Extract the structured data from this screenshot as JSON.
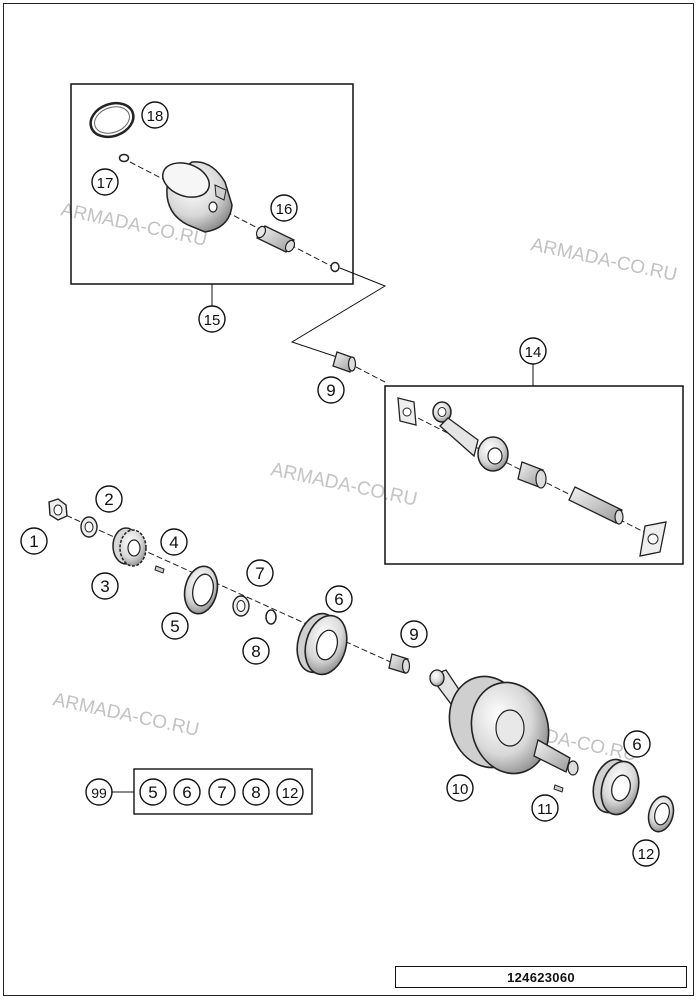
{
  "watermarks": [
    "ARMADA-CO.RU",
    "ARMADA-CO.RU",
    "ARMADA-CO.RU",
    "ARMADA-CO.RU",
    "ARMADA-CO.RU"
  ],
  "callouts": {
    "c1": "1",
    "c2": "2",
    "c3": "3",
    "c4": "4",
    "c5": "5",
    "c6a": "6",
    "c6b": "6",
    "c7": "7",
    "c8": "8",
    "c9a": "9",
    "c9b": "9",
    "c10": "10",
    "c11": "11",
    "c12": "12",
    "c14": "14",
    "c15": "15",
    "c16": "16",
    "c17": "17",
    "c18": "18"
  },
  "kit": {
    "label": "99",
    "items": [
      "5",
      "6",
      "7",
      "8",
      "12"
    ]
  },
  "reference_number": "124623060"
}
